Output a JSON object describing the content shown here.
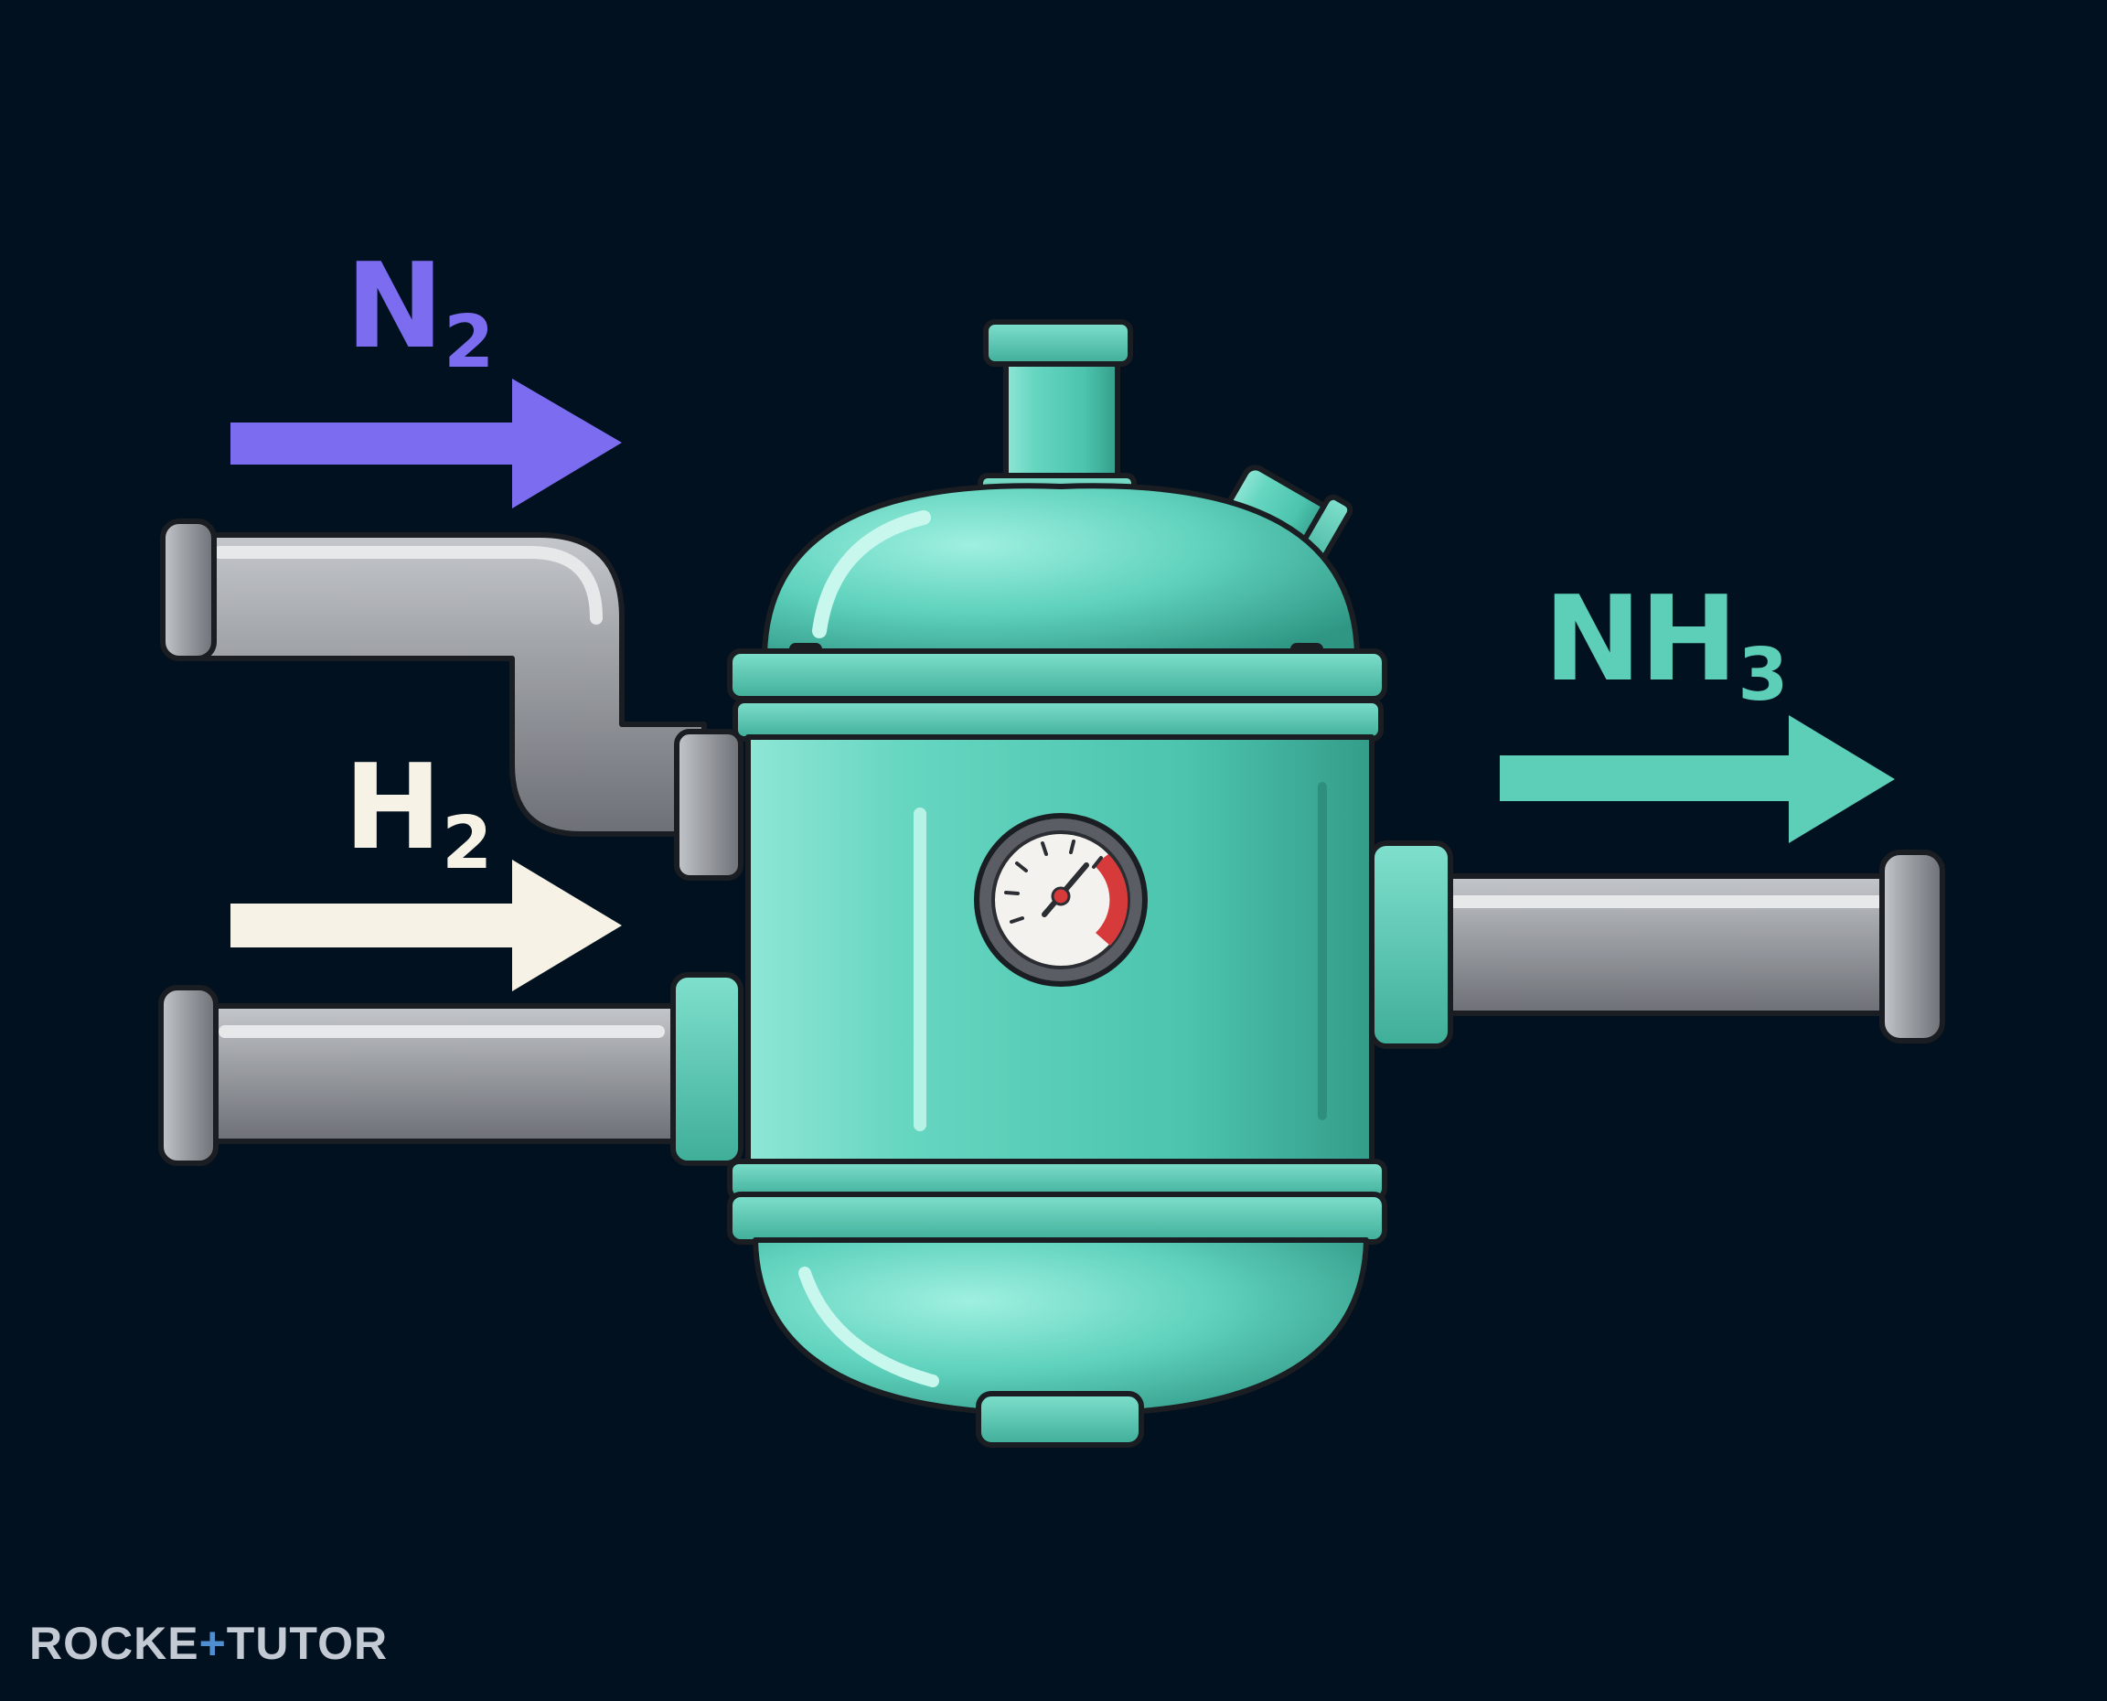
{
  "labels": {
    "n2": {
      "base": "N",
      "sub": "2"
    },
    "h2": {
      "base": "H",
      "sub": "2"
    },
    "nh3": {
      "base": "NH",
      "sub": "3"
    }
  },
  "brand": {
    "part1": "ROCKE",
    "plus": "+",
    "part2": "TUTOR"
  },
  "colors": {
    "background": "#02111f",
    "n2": "#7b6cf0",
    "h2": "#f6f2e6",
    "nh3": "#5dcfb8",
    "vessel": "#5fd2bd",
    "pipe": "#9ea1a6",
    "gauge_red": "#d63a3a"
  },
  "icons": {
    "vessel": "reactor-vessel-icon",
    "gauge": "pressure-gauge-icon",
    "pipe": "pipe-icon",
    "arrow": "arrow-right-icon"
  }
}
